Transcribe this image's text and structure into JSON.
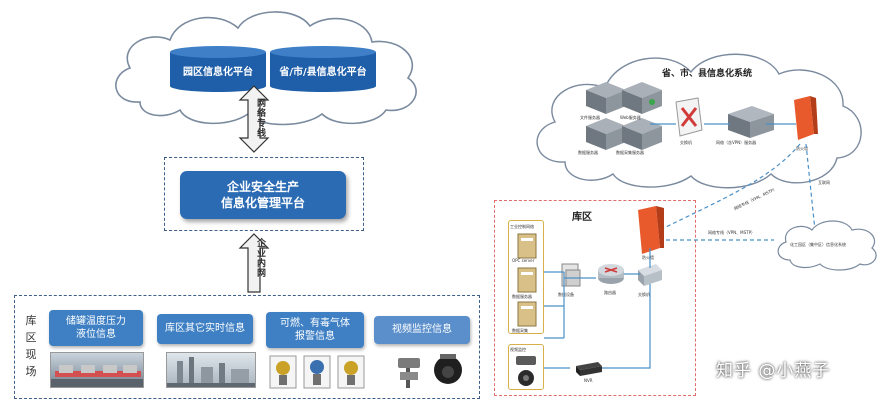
{
  "cloud_top": {
    "platform_left": "园区信息化平台",
    "platform_right": "省/市/县信息化平台"
  },
  "arrow_labels": {
    "upper": "网络专线",
    "lower": "企业内网"
  },
  "central_platform": {
    "line1": "企业安全生产",
    "line2": "信息化管理平台"
  },
  "site": {
    "label": "库区现场",
    "info_boxes": [
      {
        "line1": "储罐温度压力",
        "line2": "液位信息"
      },
      {
        "line1": "库区其它实时信息",
        "line2": ""
      },
      {
        "line1": "可燃、有毒气体",
        "line2": "报警信息"
      },
      {
        "line1": "视频监控信息",
        "line2": ""
      }
    ]
  },
  "right_cloud": {
    "title": "省、市、县信息化系统",
    "servers": [
      "文件服务器",
      "Web服务器",
      "数据服务器",
      "数据采集服务器"
    ],
    "switch_label": "交换机",
    "net_server_label": "网络（含VPN）服务器",
    "firewall_label": "防火墙"
  },
  "reservoir": {
    "title": "库区",
    "workstation_group": "工业控制网络",
    "servers": [
      "OPC server",
      "数据服务器",
      "数据采集"
    ],
    "data_device": "数据设备",
    "router": "路由器",
    "switch": "交换机",
    "firewall": "防火墙",
    "video_group": "视频监控",
    "nvr": "NVR"
  },
  "links": {
    "vpn_up": "网络专线（VPN、MSTP）",
    "vpn_right": "网络专线（VPN、MSTP）",
    "park_node": "化工园区（集中区）信息化系统",
    "gateway": "互联网"
  },
  "watermark": "知乎 @小燕子",
  "colors": {
    "cloud_stroke": "#7a8a9e",
    "dashed_frame": "#3e5f88",
    "red_frame": "#e06c6c",
    "blue_box": "#2a6bb4",
    "arrow_fill": "#f2f2f2"
  }
}
